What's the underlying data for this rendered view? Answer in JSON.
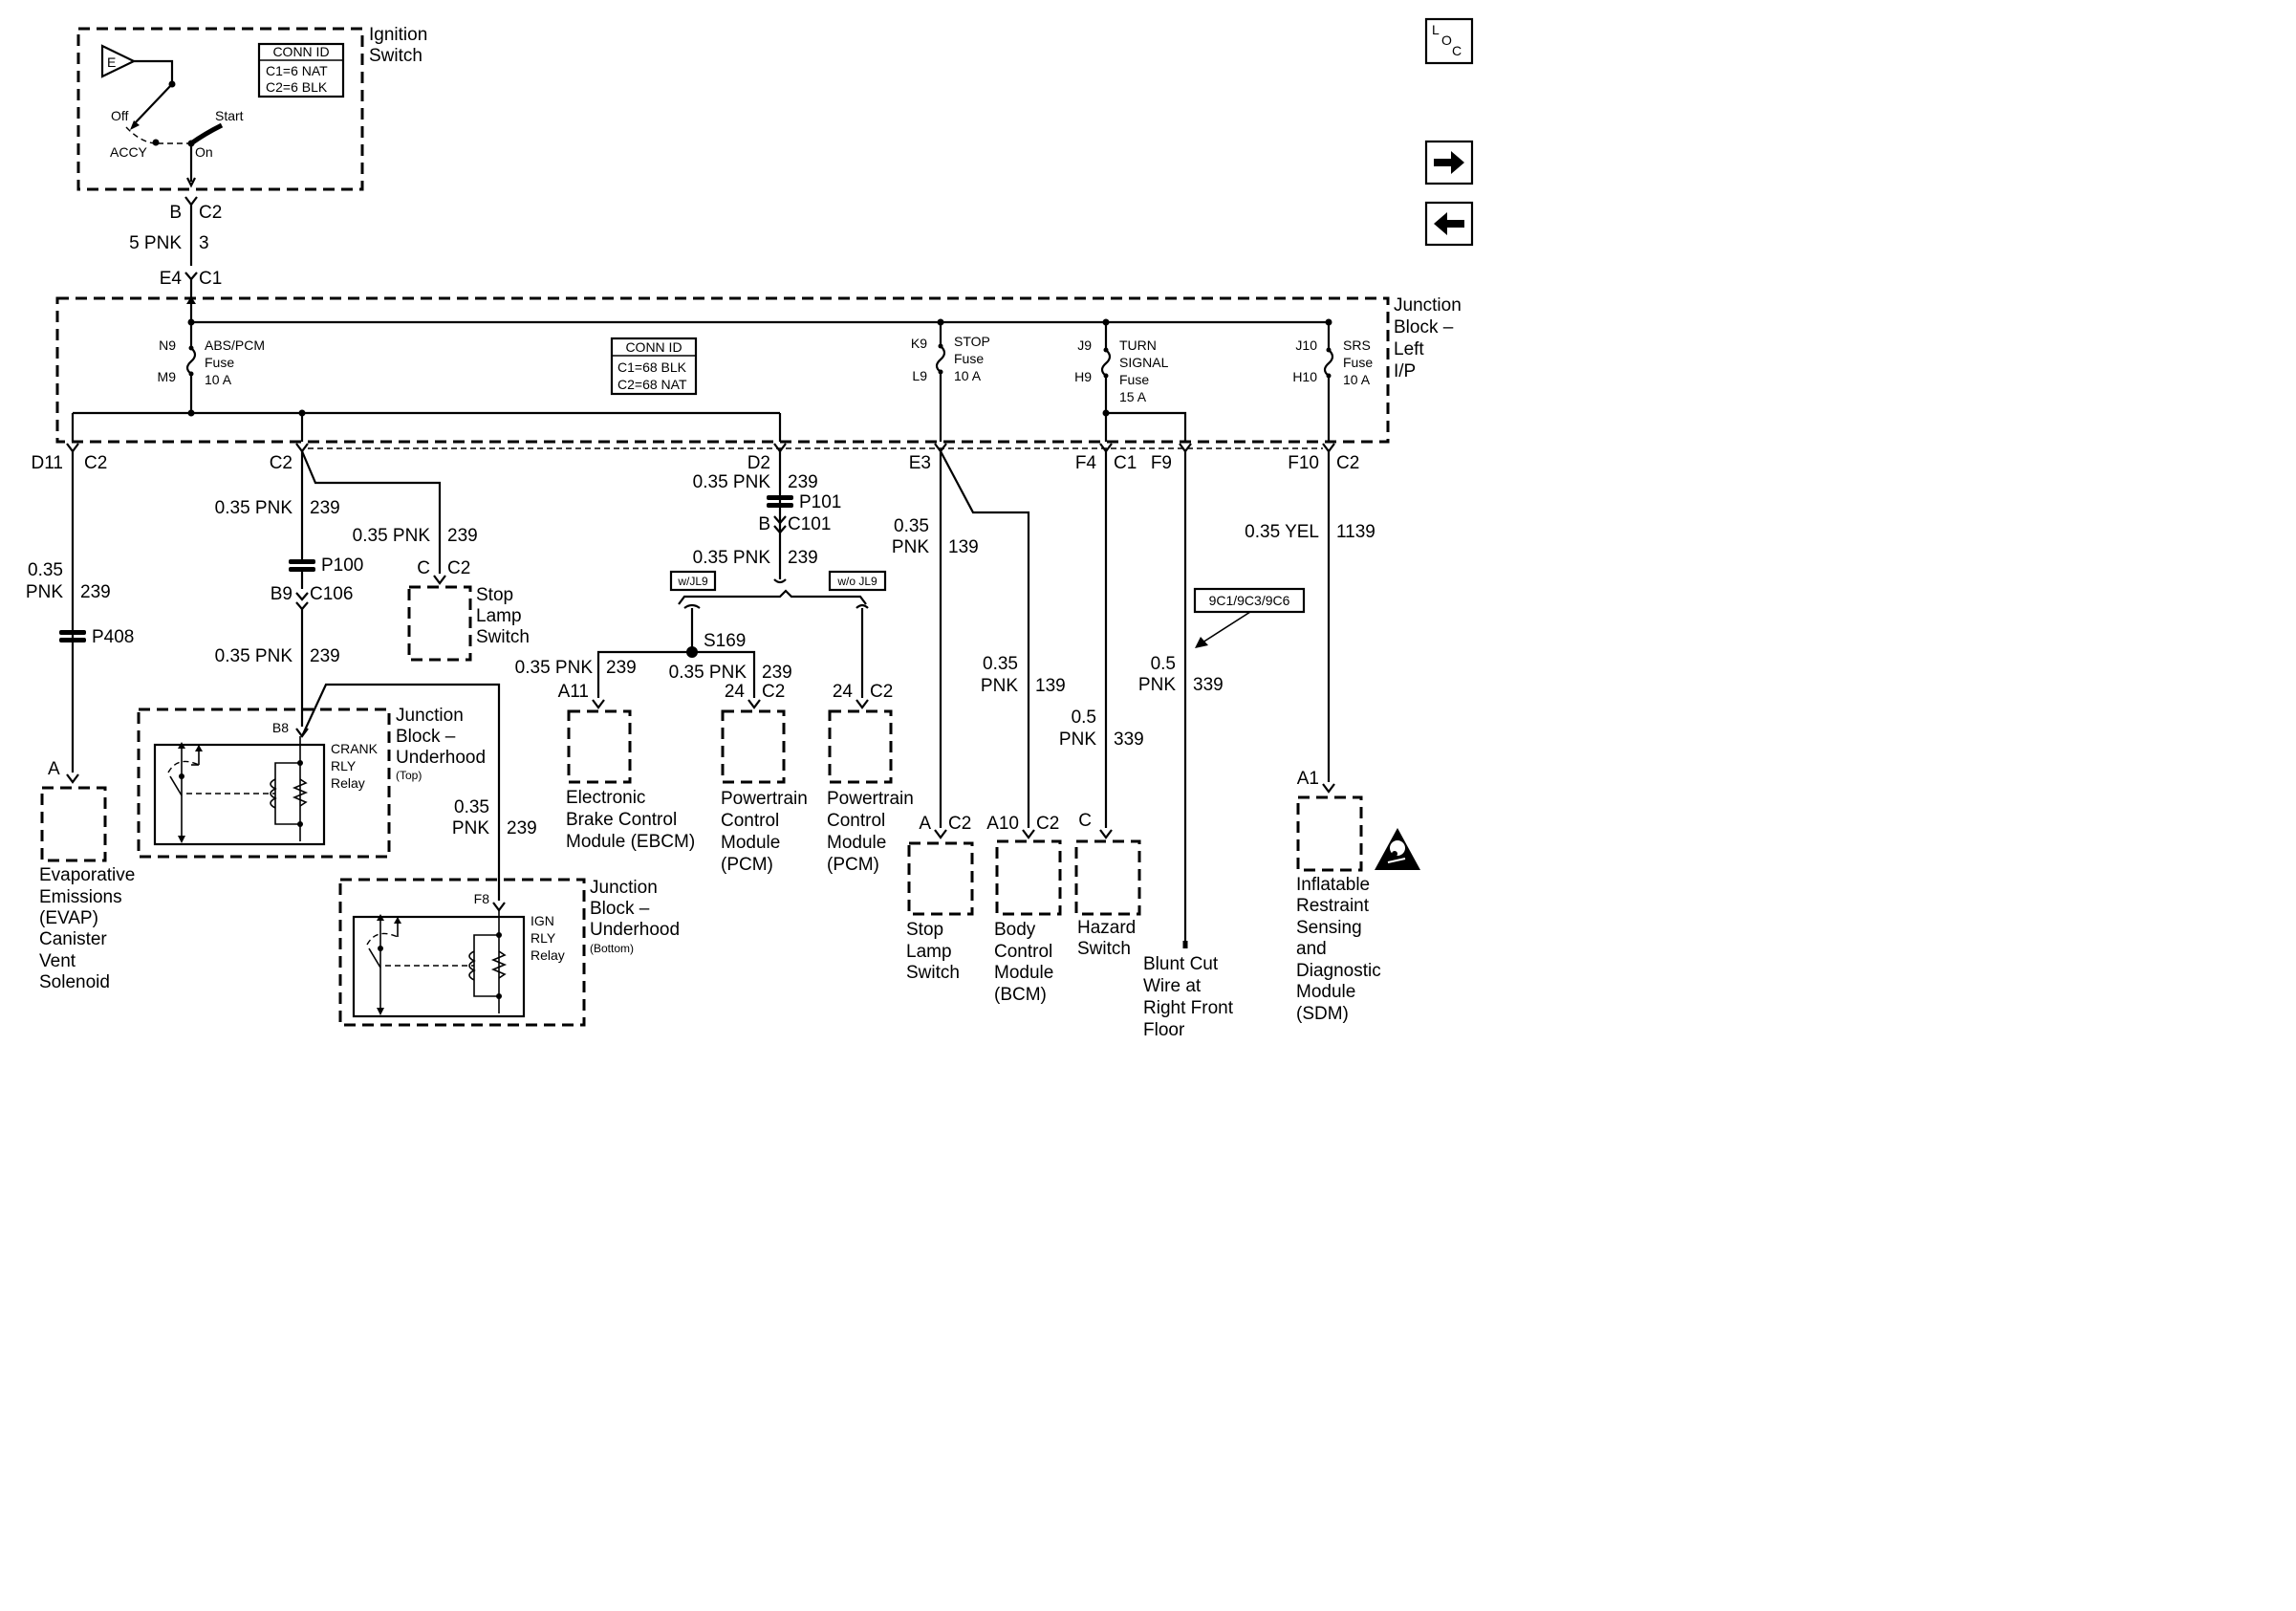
{
  "ignition_switch": {
    "title": [
      "Ignition",
      "Switch"
    ],
    "conn_id": {
      "header": "CONN ID",
      "lines": [
        "C1=6 NAT",
        "C2=6 BLK"
      ]
    },
    "positions": {
      "off": "Off",
      "start": "Start",
      "accy": "ACCY",
      "on": "On"
    },
    "e_label": "E"
  },
  "wire_top": {
    "pin_left": "B",
    "conn_right": "C2",
    "color": "5 PNK",
    "circuit": "3",
    "pin_left2": "E4",
    "conn_right2": "C1"
  },
  "junction_block_lip": {
    "title": [
      "Junction",
      "Block –",
      "Left",
      "I/P"
    ],
    "conn_id": {
      "header": "CONN ID",
      "lines": [
        "C1=68 BLK",
        "C2=68 NAT"
      ]
    },
    "fuses": [
      {
        "in": "N9",
        "out": "M9",
        "name": [
          "ABS/PCM",
          "Fuse",
          "10 A"
        ]
      },
      {
        "in": "K9",
        "out": "L9",
        "name": [
          "STOP",
          "Fuse",
          "10 A"
        ]
      },
      {
        "in": "J9",
        "out": "H9",
        "name": [
          "TURN",
          "SIGNAL",
          "Fuse",
          "15 A"
        ]
      },
      {
        "in": "J10",
        "out": "H10",
        "name": [
          "SRS",
          "Fuse",
          "10 A"
        ]
      }
    ]
  },
  "outputs": {
    "d11": {
      "pin": "D11",
      "conn": "C2"
    },
    "c2a": {
      "conn": "C2"
    },
    "d2": {
      "pin": "D2"
    },
    "e3": {
      "pin": "E3"
    },
    "f4": {
      "pin": "F4",
      "conn": "C1"
    },
    "f9": {
      "pin": "F9"
    },
    "f10": {
      "pin": "F10",
      "conn": "C2"
    }
  },
  "left_branch": {
    "color": [
      "0.35",
      "PNK"
    ],
    "circuit": "239",
    "splice": "P408",
    "pin": "A",
    "device": [
      "Evaporative",
      "Emissions",
      "(EVAP)",
      "Canister",
      "Vent",
      "Solenoid"
    ]
  },
  "crank_branch": {
    "color": "0.35 PNK",
    "circuit": "239",
    "splice": "P100",
    "pin": "B9",
    "conn": "C106",
    "color2": "0.35 PNK",
    "circuit2": "239",
    "relay_pin": "B8",
    "relay": [
      "CRANK",
      "RLY",
      "Relay"
    ],
    "block": [
      "Junction",
      "Block –",
      "Underhood"
    ],
    "block_sub": "(Top)",
    "color3": [
      "0.35",
      "PNK"
    ],
    "circuit3": "239",
    "ign_pin": "F8",
    "ign_relay": [
      "IGN",
      "RLY",
      "Relay"
    ],
    "ign_block": [
      "Junction",
      "Block –",
      "Underhood"
    ],
    "ign_block_sub": "(Bottom)"
  },
  "stop_switch_top": {
    "color": "0.35 PNK",
    "circuit": "239",
    "pin": "C",
    "conn": "C2",
    "device": [
      "Stop",
      "Lamp",
      "Switch"
    ]
  },
  "center_branch": {
    "color": "0.35 PNK",
    "circuit": "239",
    "splice": "P101",
    "pin": "B",
    "conn": "C101",
    "color2": "0.35 PNK",
    "circuit2": "239",
    "opt_with": "w/JL9",
    "opt_without": "w/o JL9",
    "splice_s": "S169",
    "ebcm": {
      "color": "0.35 PNK",
      "circuit": "239",
      "pin": "A11",
      "device": [
        "Electronic",
        "Brake Control",
        "Module (EBCM)"
      ]
    },
    "pcm1": {
      "color": "0.35 PNK",
      "circuit": "239",
      "pin": "24",
      "conn": "C2",
      "device": [
        "Powertrain",
        "Control",
        "Module",
        "(PCM)"
      ]
    },
    "pcm2": {
      "pin": "24",
      "conn": "C2",
      "device": [
        "Powertrain",
        "Control",
        "Module",
        "(PCM)"
      ]
    }
  },
  "stop_branch": {
    "color": [
      "0.35",
      "PNK"
    ],
    "circuit": "139",
    "stop": {
      "pin": "A",
      "conn": "C2",
      "device": [
        "Stop",
        "Lamp",
        "Switch"
      ]
    },
    "bcm": {
      "color": [
        "0.35",
        "PNK"
      ],
      "circuit": "139",
      "pin": "A10",
      "conn": "C2",
      "device": [
        "Body",
        "Control",
        "Module",
        "(BCM)"
      ]
    }
  },
  "hazard_branch": {
    "color": [
      "0.5",
      "PNK"
    ],
    "circuit": "339",
    "pin": "C",
    "device": [
      "Hazard",
      "Switch"
    ]
  },
  "blunt_branch": {
    "color": [
      "0.5",
      "PNK"
    ],
    "circuit": "339",
    "ref": "9C1/9C3/9C6",
    "device": [
      "Blunt Cut",
      "Wire at",
      "Right Front",
      "Floor"
    ]
  },
  "srs_branch": {
    "color": "0.35 YEL",
    "circuit": "1139",
    "pin": "A1",
    "device": [
      "Inflatable",
      "Restraint",
      "Sensing",
      "and",
      "Diagnostic",
      "Module",
      "(SDM)"
    ]
  },
  "nav": {
    "loc": [
      "L",
      "O",
      "C"
    ],
    "next_icon": "arrow-right-icon",
    "prev_icon": "arrow-left-icon"
  }
}
